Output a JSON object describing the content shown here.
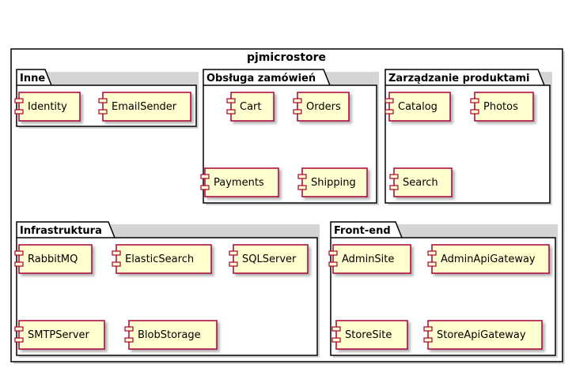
{
  "diagram": {
    "title": "pjmicrostore",
    "packages": [
      {
        "name": "Inne",
        "components": [
          "Identity",
          "EmailSender"
        ]
      },
      {
        "name": "Obsługa zamówień",
        "components": [
          "Cart",
          "Orders",
          "Payments",
          "Shipping"
        ]
      },
      {
        "name": "Zarządzanie produktami",
        "components": [
          "Catalog",
          "Photos",
          "Search"
        ]
      },
      {
        "name": "Infrastruktura",
        "components": [
          "RabbitMQ",
          "ElasticSearch",
          "SQLServer",
          "SMTPServer",
          "BlobStorage"
        ]
      },
      {
        "name": "Front-end",
        "components": [
          "AdminSite",
          "AdminApiGateway",
          "StoreSite",
          "StoreApiGateway"
        ]
      }
    ]
  },
  "colors": {
    "component_fill": "#FEFECE",
    "component_border": "#A80036",
    "package_fill": "#FFFFFF",
    "line": "#000000"
  }
}
